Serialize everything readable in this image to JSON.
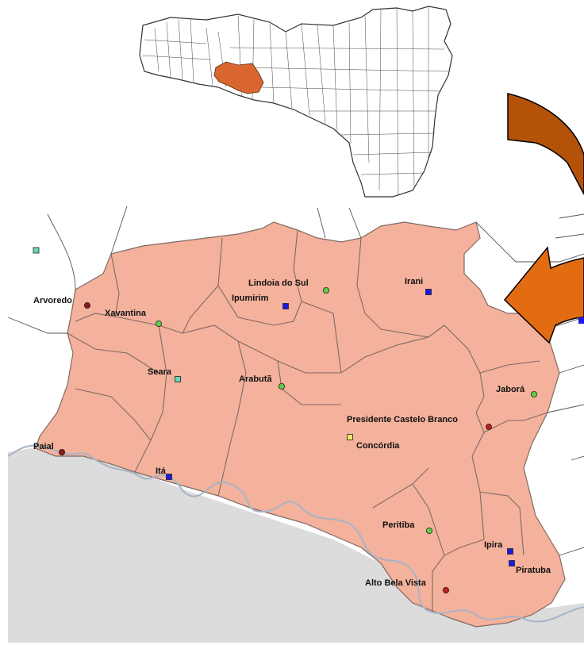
{
  "colors": {
    "region_fill": "#f4b19c",
    "state_highlight": "#d9662e",
    "curved_arrow": "#b4520a",
    "pointer_arrow": "#e36c12",
    "outside_land": "#dcdcdc",
    "river": "#a6b4c6",
    "border": "#7f6a63"
  },
  "inset_map": {
    "description_icon": "state-outline-map"
  },
  "municipalities": [
    {
      "name": "Arvoredo",
      "marker": "dot",
      "color": "#8b1a1a"
    },
    {
      "name": "Xavantina",
      "marker": "dot",
      "color": "#5fcf4a"
    },
    {
      "name": "Lindoia do Sul",
      "marker": "dot",
      "color": "#5fcf4a"
    },
    {
      "name": "Ipumirim",
      "marker": "square",
      "color": "#1a1ae0"
    },
    {
      "name": "Irani",
      "marker": "square",
      "color": "#1a1ae0"
    },
    {
      "name": "Seara",
      "marker": "square",
      "color": "#67d6b9"
    },
    {
      "name": "Arabutã",
      "marker": "dot",
      "color": "#5fcf4a"
    },
    {
      "name": "Jaborá",
      "marker": "dot",
      "color": "#5fcf4a"
    },
    {
      "name": "Presidente Castelo Branco",
      "marker": "dot",
      "color": "#c0201a"
    },
    {
      "name": "Concórdia",
      "marker": "square",
      "color": "#f4e46a"
    },
    {
      "name": "Paial",
      "marker": "dot",
      "color": "#8b1a1a"
    },
    {
      "name": "Itá",
      "marker": "square",
      "color": "#1a1ae0"
    },
    {
      "name": "Peritiba",
      "marker": "dot",
      "color": "#5fcf4a"
    },
    {
      "name": "Ipira",
      "marker": "square",
      "color": "#1a1ae0"
    },
    {
      "name": "Piratuba",
      "marker": "square",
      "color": "#1a1ae0"
    },
    {
      "name": "Alto Bela Vista",
      "marker": "dot",
      "color": "#c0201a"
    }
  ]
}
